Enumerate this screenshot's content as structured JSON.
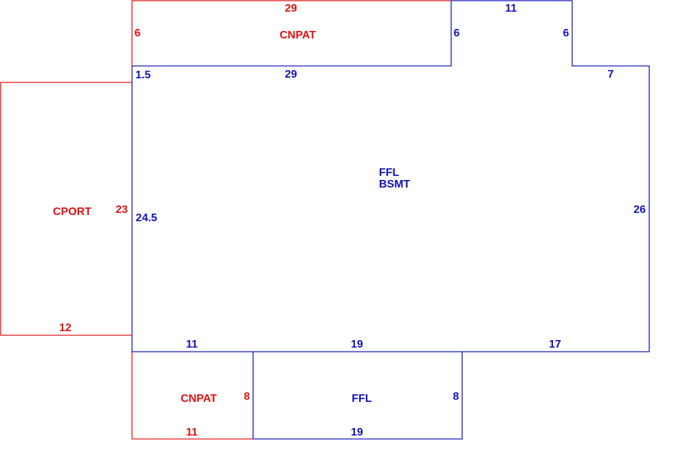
{
  "colors": {
    "red": "#dd1111",
    "blue": "#1111bb"
  },
  "areas": {
    "cnpat_top": {
      "name": "CNPAT",
      "dims": {
        "top": "29",
        "left": "6",
        "right": "6",
        "bottom": "29"
      }
    },
    "bump_top": {
      "dims": {
        "top": "11",
        "left": "6",
        "right": "6"
      }
    },
    "main": {
      "name_line1": "FFL",
      "name_line2": "BSMT",
      "dims": {
        "top_left": "1.5",
        "right_step": "7",
        "left": "24.5",
        "right": "26",
        "bottom_a": "11",
        "bottom_b": "19",
        "bottom_c": "17"
      }
    },
    "cport": {
      "name": "CPORT",
      "dims": {
        "right": "23",
        "bottom": "12"
      }
    },
    "cnpat_bottom": {
      "name": "CNPAT",
      "dims": {
        "right": "8",
        "bottom": "11"
      }
    },
    "ffl_bottom": {
      "name": "FFL",
      "dims": {
        "right": "8",
        "bottom": "19"
      }
    }
  }
}
